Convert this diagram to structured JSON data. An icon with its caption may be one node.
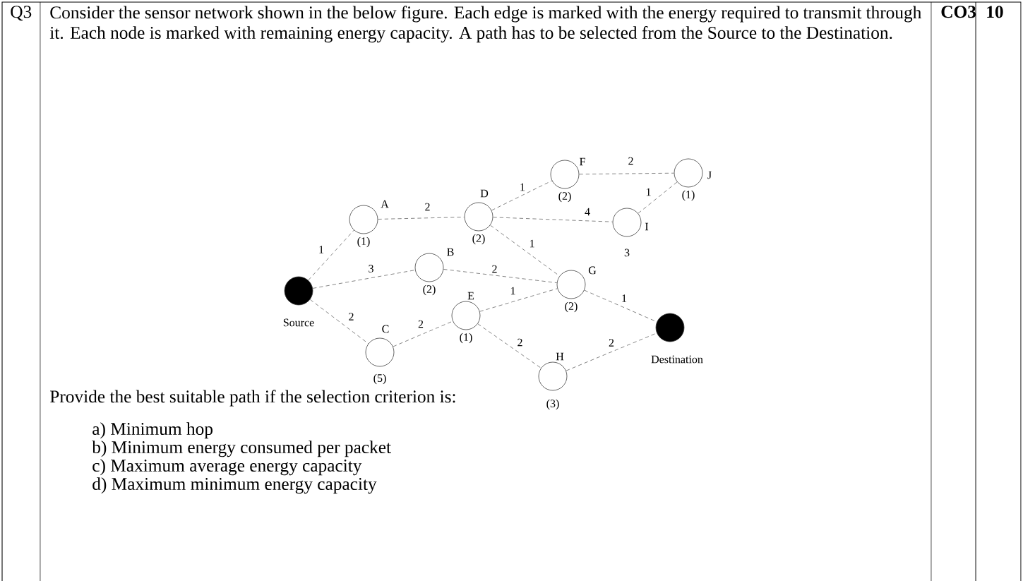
{
  "diagram": {
    "nodes": [
      {
        "text": [],
        "shape": "circle",
        "beside": [
          "Source"
        ]
      },
      {
        "text": [],
        "shape": "circle",
        "beside": [
          "A",
          "(1)"
        ]
      },
      {
        "text": [],
        "shape": "circle",
        "beside": [
          "B",
          "(2)"
        ]
      },
      {
        "text": [],
        "shape": "circle",
        "beside": [
          "C",
          "(5)"
        ]
      },
      {
        "text": [],
        "shape": "circle",
        "beside": [
          "D",
          "(2)"
        ]
      },
      {
        "text": [],
        "shape": "circle",
        "beside": [
          "E",
          "(1)"
        ]
      },
      {
        "text": [],
        "shape": "circle",
        "beside": [
          "F",
          "(2)"
        ]
      },
      {
        "text": [],
        "shape": "circle",
        "beside": [
          "G",
          "(2)"
        ]
      },
      {
        "text": [],
        "shape": "circle",
        "beside": [
          "H",
          "(3)"
        ]
      },
      {
        "text": [],
        "shape": "circle",
        "beside": [
          "I",
          "3"
        ]
      },
      {
        "text": [],
        "shape": "circle",
        "beside": [
          "J",
          "(1)"
        ]
      },
      {
        "text": [],
        "shape": "circle",
        "beside": [
          "Destination"
        ]
      }
    ],
    "edges": [
      {
        "from": 0,
        "to": 1,
        "arrow": "none",
        "label": "1",
        "style": "dashed"
      },
      {
        "from": 0,
        "to": 2,
        "arrow": "none",
        "label": "3",
        "style": "dashed"
      },
      {
        "from": 0,
        "to": 3,
        "arrow": "none",
        "label": "2",
        "style": "dashed"
      },
      {
        "from": 1,
        "to": 4,
        "arrow": "none",
        "label": "2",
        "style": "dashed"
      },
      {
        "from": 4,
        "to": 6,
        "arrow": "none",
        "label": "1",
        "style": "dashed"
      },
      {
        "from": 4,
        "to": 9,
        "arrow": "none",
        "label": "4",
        "style": "dashed"
      },
      {
        "from": 4,
        "to": 7,
        "arrow": "none",
        "label": "1",
        "style": "dashed"
      },
      {
        "from": 6,
        "to": 10,
        "arrow": "none",
        "label": "2",
        "style": "dashed"
      },
      {
        "from": 9,
        "to": 10,
        "arrow": "none",
        "label": "1",
        "style": "dashed"
      },
      {
        "from": 2,
        "to": 7,
        "arrow": "none",
        "label": "2",
        "style": "dashed"
      },
      {
        "from": 5,
        "to": 7,
        "arrow": "none",
        "label": "1",
        "style": "dashed"
      },
      {
        "from": 3,
        "to": 5,
        "arrow": "none",
        "label": "2",
        "style": "dashed"
      },
      {
        "from": 5,
        "to": 8,
        "arrow": "none",
        "label": "2",
        "style": "dashed"
      },
      {
        "from": 7,
        "to": 11,
        "arrow": "none",
        "label": "1",
        "style": "dashed"
      },
      {
        "from": 8,
        "to": 11,
        "arrow": "none",
        "label": "2",
        "style": "dashed"
      }
    ],
    "labels": [
      "Q3",
      "Consider the sensor network shown in the below figure. Each edge is marked with the energy required to transmit through it. Each node is marked with remaining energy capacity. A path has to be selected from the Source to the Destination.",
      "CO3",
      "10",
      "Provide the best suitable path if the selection criterion is:",
      "a) Minimum hop",
      "b) Minimum energy consumed per packet",
      "c) Maximum average energy capacity",
      "d) Maximum minimum energy capacity"
    ]
  }
}
